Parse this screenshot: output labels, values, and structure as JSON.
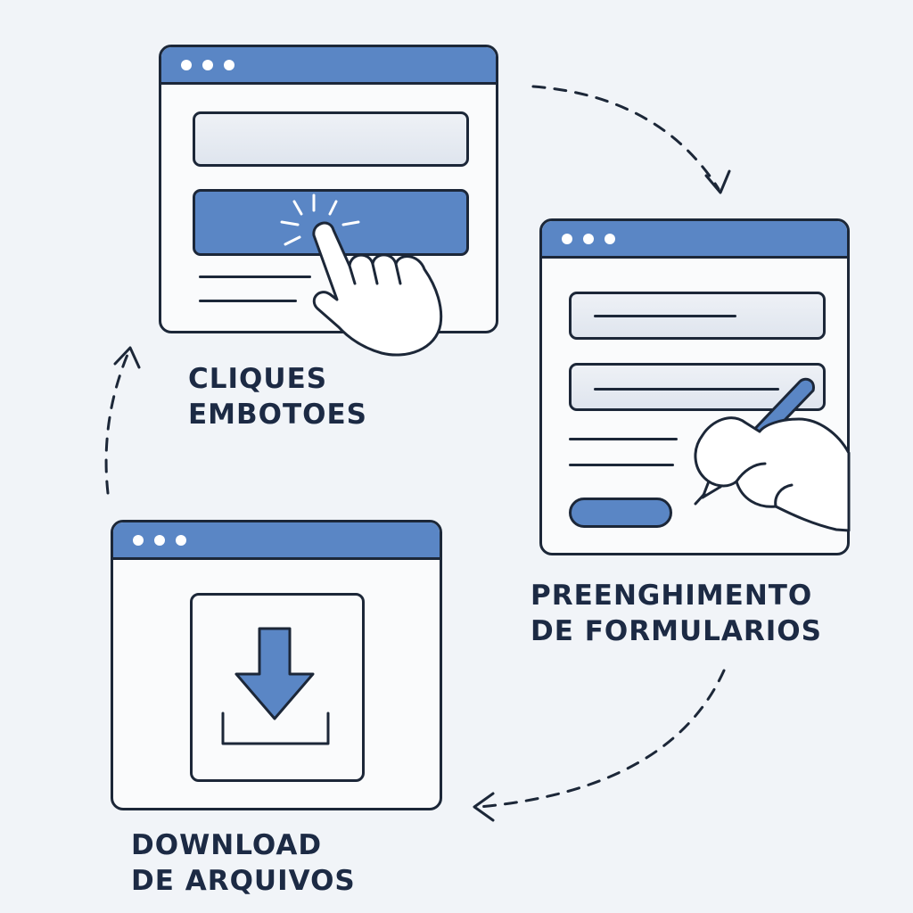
{
  "steps": [
    {
      "lines": [
        "CLIQUES",
        "EMBOTOES"
      ]
    },
    {
      "lines": [
        "PREENGHIMENTO",
        "DE FORMULARIOS"
      ]
    },
    {
      "lines": [
        "DOWNLOAD",
        "DE ARQUIVOS"
      ]
    }
  ],
  "colors": {
    "accent": "#5a86c5",
    "outline": "#1c2738",
    "background": "#f1f4f8",
    "text": "#1c2a44"
  },
  "icons": [
    "tap-hand-icon",
    "writing-hand-icon",
    "download-arrow-icon",
    "cycle-arrow-icon"
  ]
}
